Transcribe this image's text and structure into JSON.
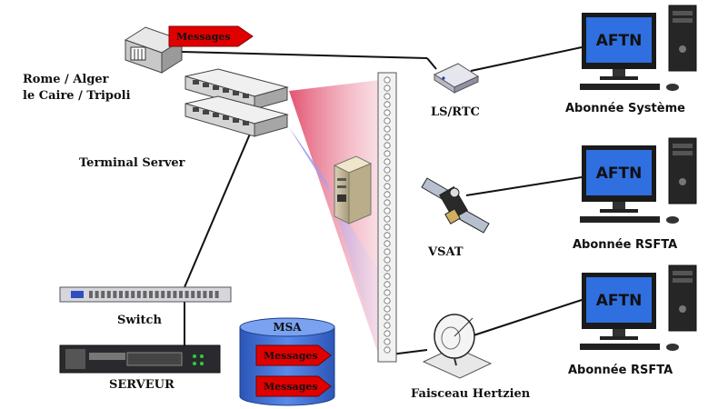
{
  "nodes": {
    "message_source": {
      "message_label": "Messages"
    },
    "gateways": {
      "label_line1": "Rome   / Alger",
      "label_line2": "le Caire / Tripoli"
    },
    "terminal_server": {
      "label": "Terminal Server"
    },
    "switch": {
      "label": "Switch"
    },
    "server": {
      "label": "SERVEUR"
    },
    "msa": {
      "title": "MSA",
      "messages": [
        "Messages",
        "Messages"
      ]
    },
    "ls_rtc": {
      "label": "LS/RTC"
    },
    "vsat": {
      "label": "VSAT"
    },
    "faisceau": {
      "label": "Faisceau Hertzien"
    },
    "subscribers": [
      {
        "screen_text": "AFTN",
        "label": "Abonnée Système"
      },
      {
        "screen_text": "AFTN",
        "label": "Abonnée RSFTA"
      },
      {
        "screen_text": "AFTN",
        "label": "Abonnée RSFTA"
      }
    ]
  },
  "colors": {
    "line": "#111111",
    "message_red": "#e00000",
    "msa_blue": "#3a6fd8",
    "screen_blue": "#2f6fe0",
    "beam_red": "#e06a8a",
    "beam_blue": "#8a8cf0"
  }
}
